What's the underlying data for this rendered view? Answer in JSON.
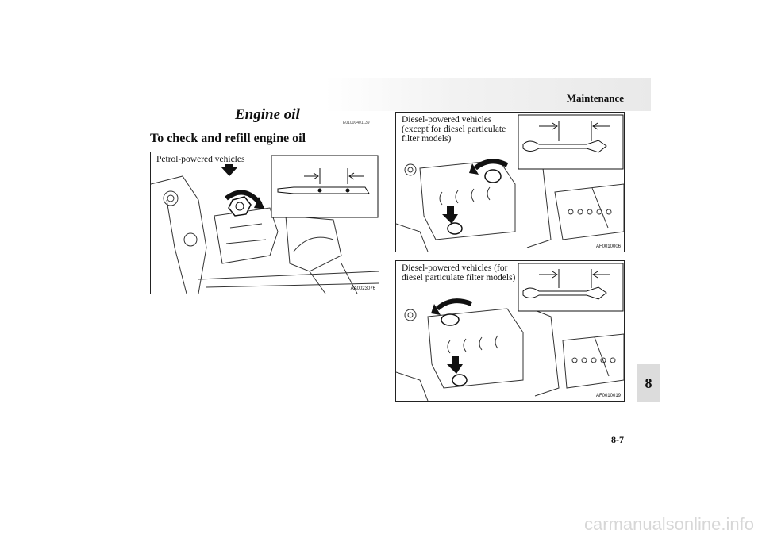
{
  "header": {
    "running_head": "Maintenance"
  },
  "section": {
    "title": "Engine oil",
    "code": "E01000401139",
    "subheading": "To check and refill engine oil"
  },
  "figures": [
    {
      "caption": "Petrol-powered vehicles",
      "code": "AA0023076",
      "icons": [
        "dipstick-icon",
        "oil-cap-icon",
        "arrow-icon"
      ]
    },
    {
      "caption": "Diesel-powered vehicles (except for diesel particulate filter models)",
      "caption_lines": [
        "Diesel-powered vehicles",
        "(except for diesel particulate",
        "filter models)"
      ],
      "code": "AF0010006",
      "icons": [
        "dipstick-icon",
        "oil-cap-icon",
        "arrow-icon"
      ]
    },
    {
      "caption": "Diesel-powered vehicles (for diesel particulate filter models)",
      "caption_lines": [
        "Diesel-powered vehicles (for",
        "diesel particulate filter models)"
      ],
      "code": "AF0010019",
      "icons": [
        "dipstick-icon",
        "oil-cap-icon",
        "arrow-icon"
      ]
    }
  ],
  "chapter_tab": "8",
  "page_number": "8-7",
  "watermark": "carmanualsonline.info"
}
